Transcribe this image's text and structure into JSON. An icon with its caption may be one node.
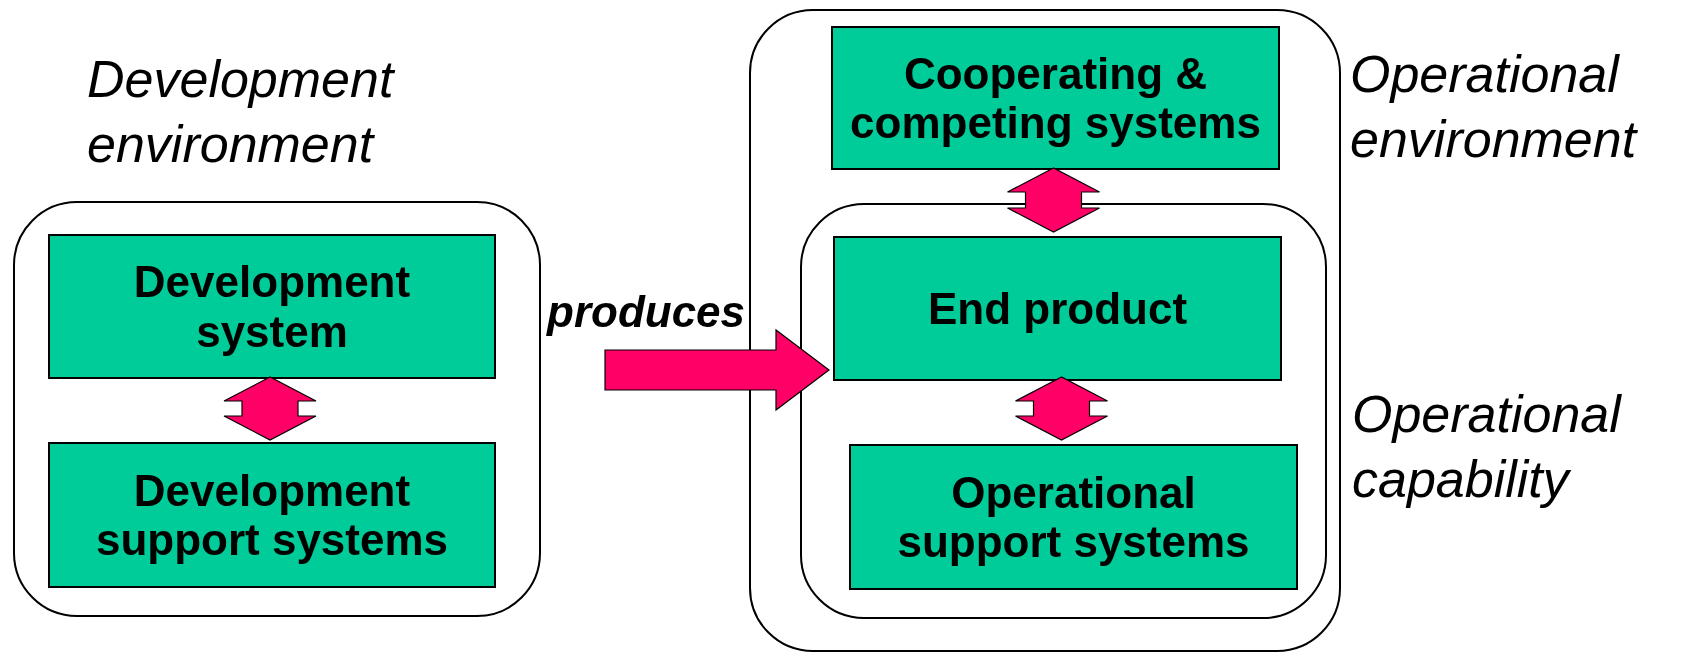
{
  "diagram": {
    "nodes": [
      {
        "text": [
          "Development environment"
        ]
      },
      {
        "text": [
          "Development system"
        ],
        "in": 0
      },
      {
        "text": [
          "Development support systems"
        ],
        "in": 0
      },
      {
        "text": [
          "Operational environment"
        ]
      },
      {
        "text": [
          "Cooperating & competing systems"
        ],
        "in": 3
      },
      {
        "text": [
          "Operational capability"
        ],
        "in": 3
      },
      {
        "text": [
          "End product"
        ],
        "in": 5
      },
      {
        "text": [
          "Operational support systems"
        ],
        "in": 5
      }
    ],
    "edges": [
      {
        "from": 1,
        "to": 2,
        "arrow": "both"
      },
      {
        "from": null,
        "to": 6,
        "arrow": "to",
        "label": "produces"
      },
      {
        "from": 4,
        "to": 6,
        "arrow": "both"
      },
      {
        "from": 6,
        "to": 7,
        "arrow": "both"
      }
    ]
  }
}
